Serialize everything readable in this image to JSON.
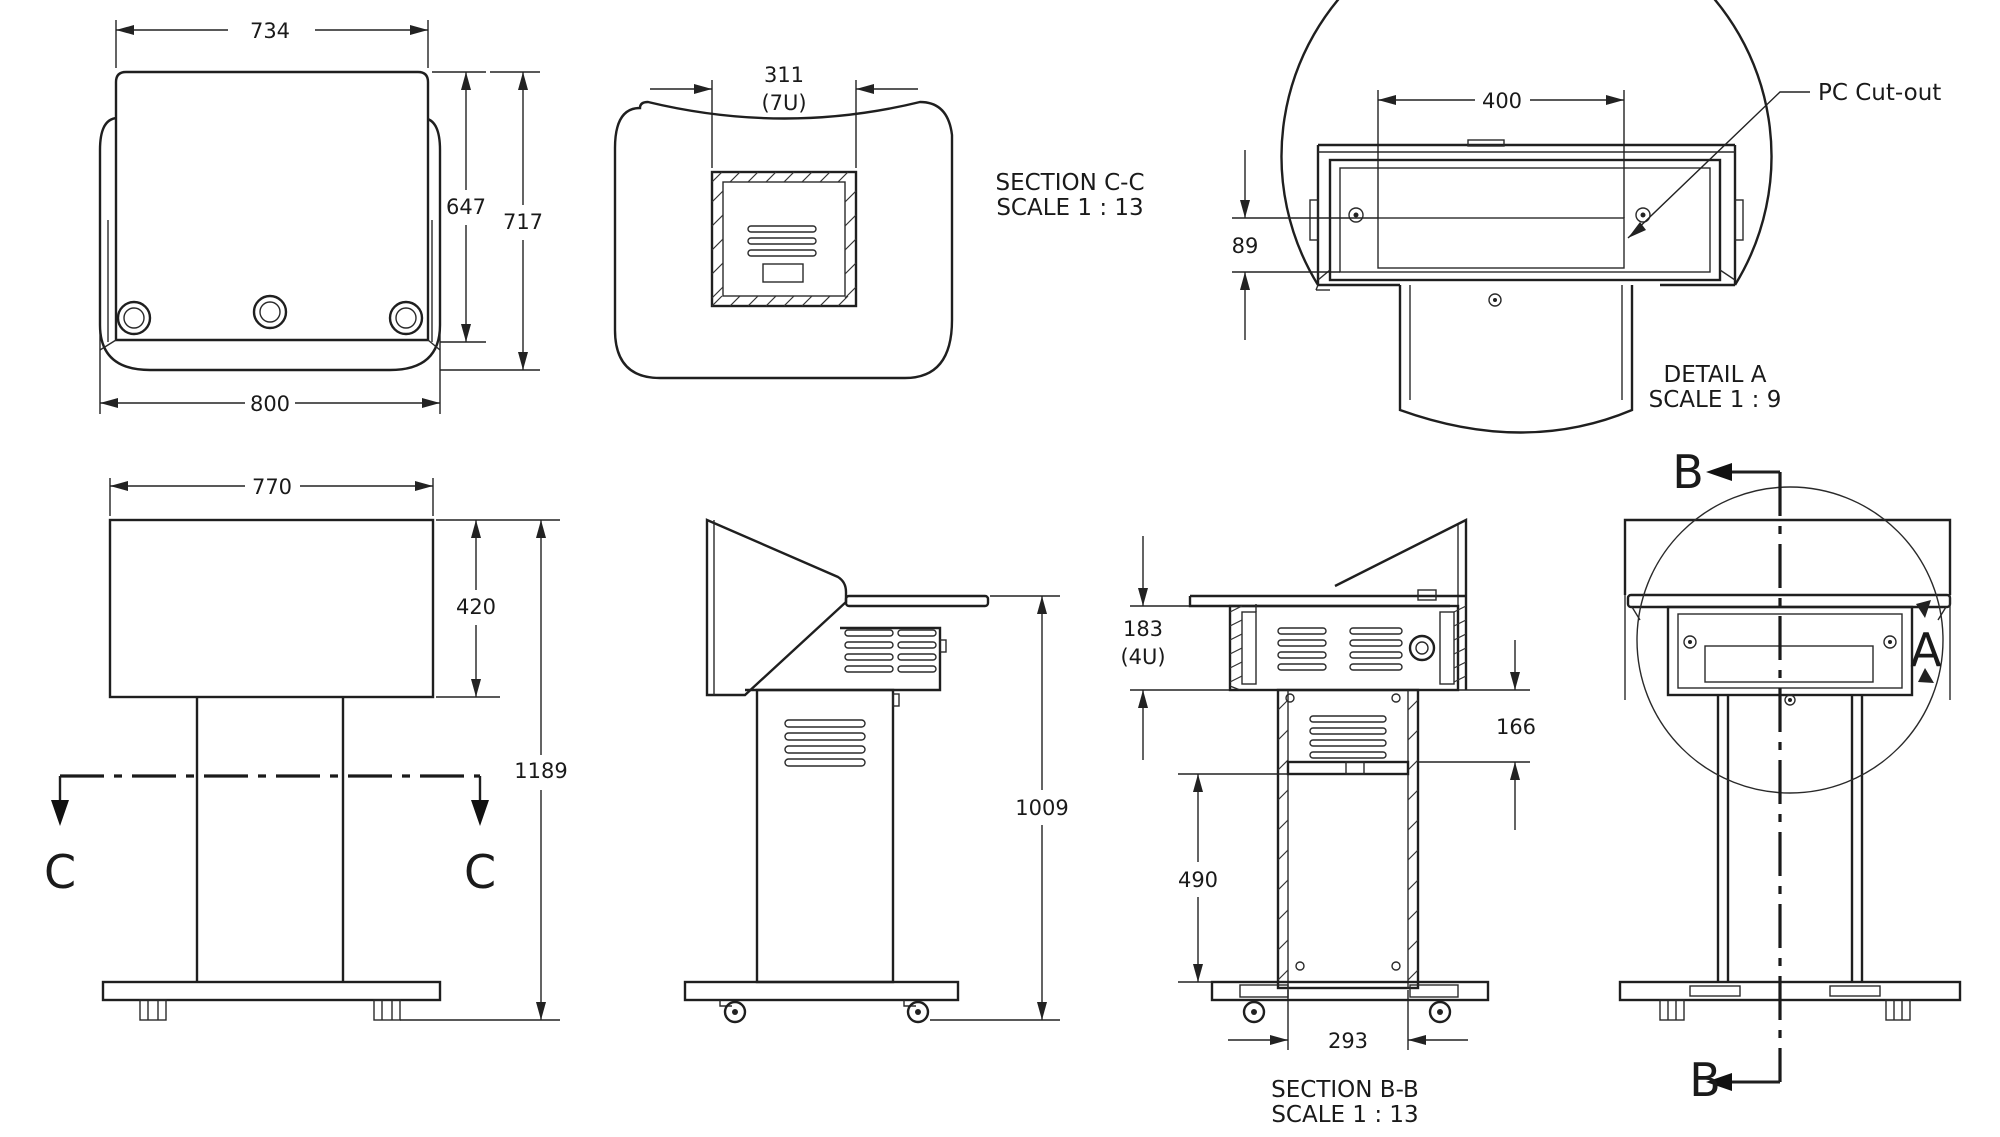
{
  "dimensions": {
    "top_width": "734",
    "top_inner_height": "647",
    "top_height": "717",
    "base_width": "800",
    "cutout_width": "311",
    "cutout_units": "(7U)",
    "pc_cutout_width": "400",
    "pc_cutout_height": "89",
    "front_width": "770",
    "front_head_height": "420",
    "total_height": "1189",
    "desk_height": "1009",
    "rack_height": "183",
    "rack_units": "(4U)",
    "shelf_gap": "166",
    "column_height": "490",
    "column_width": "293"
  },
  "labels": {
    "section_cc": "SECTION C-C",
    "section_cc_scale": "SCALE 1 : 13",
    "detail_a": "DETAIL A",
    "detail_a_scale": "SCALE 1 : 9",
    "pc_cutout": "PC Cut-out",
    "section_bb": "SECTION B-B",
    "section_bb_scale": "SCALE 1 : 13"
  },
  "markers": {
    "section_c": "C",
    "section_b": "B",
    "detail": "A"
  }
}
